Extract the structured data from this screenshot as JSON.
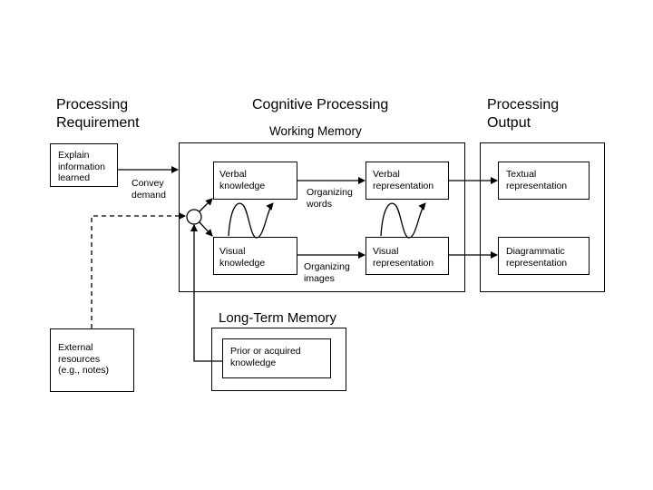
{
  "headings": {
    "processing_requirement": "Processing\nRequirement",
    "cognitive_processing": "Cognitive Processing",
    "processing_output": "Processing\nOutput",
    "working_memory": "Working Memory",
    "long_term_memory": "Long-Term Memory"
  },
  "nodes": {
    "explain": "Explain\ninformation\nlearned",
    "external": "External\nresources\n(e.g., notes)",
    "verbal_knowledge": "Verbal\nknowledge",
    "visual_knowledge": "Visual\nknowledge",
    "verbal_representation": "Verbal\nrepresentation",
    "visual_representation": "Visual\nrepresentation",
    "textual_representation": "Textual\nrepresentation",
    "diagrammatic_representation": "Diagrammatic\nrepresentation",
    "prior_knowledge": "Prior or acquired\nknowledge"
  },
  "edge_labels": {
    "convey_demand": "Convey\ndemand",
    "organizing_words": "Organizing\nwords",
    "organizing_images": "Organizing\nimages"
  }
}
